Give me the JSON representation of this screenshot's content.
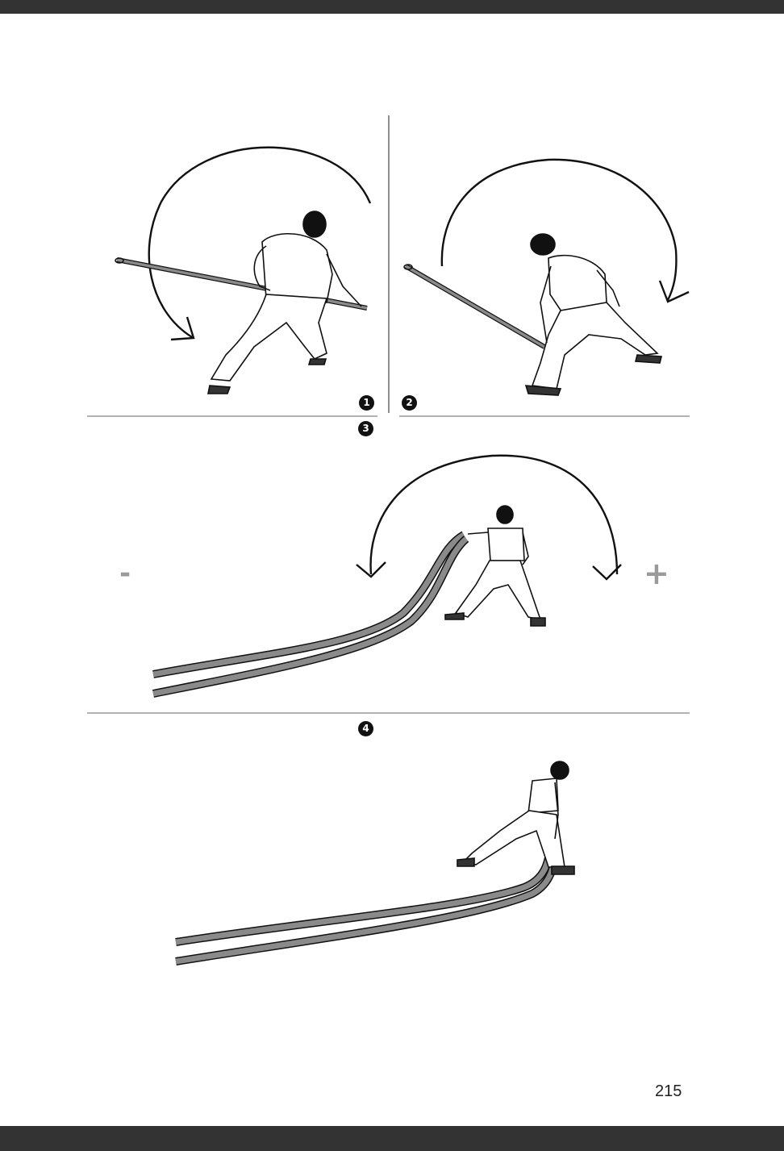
{
  "page": {
    "number": "215"
  },
  "steps": [
    {
      "label": "1"
    },
    {
      "label": "2"
    },
    {
      "label": "3"
    },
    {
      "label": "4"
    }
  ],
  "signs": {
    "minus": "-",
    "plus": "+"
  },
  "colors": {
    "ink": "#111111",
    "rope": "#8a8a8a",
    "sign": "#9a9a9a",
    "bar": "#333333"
  }
}
